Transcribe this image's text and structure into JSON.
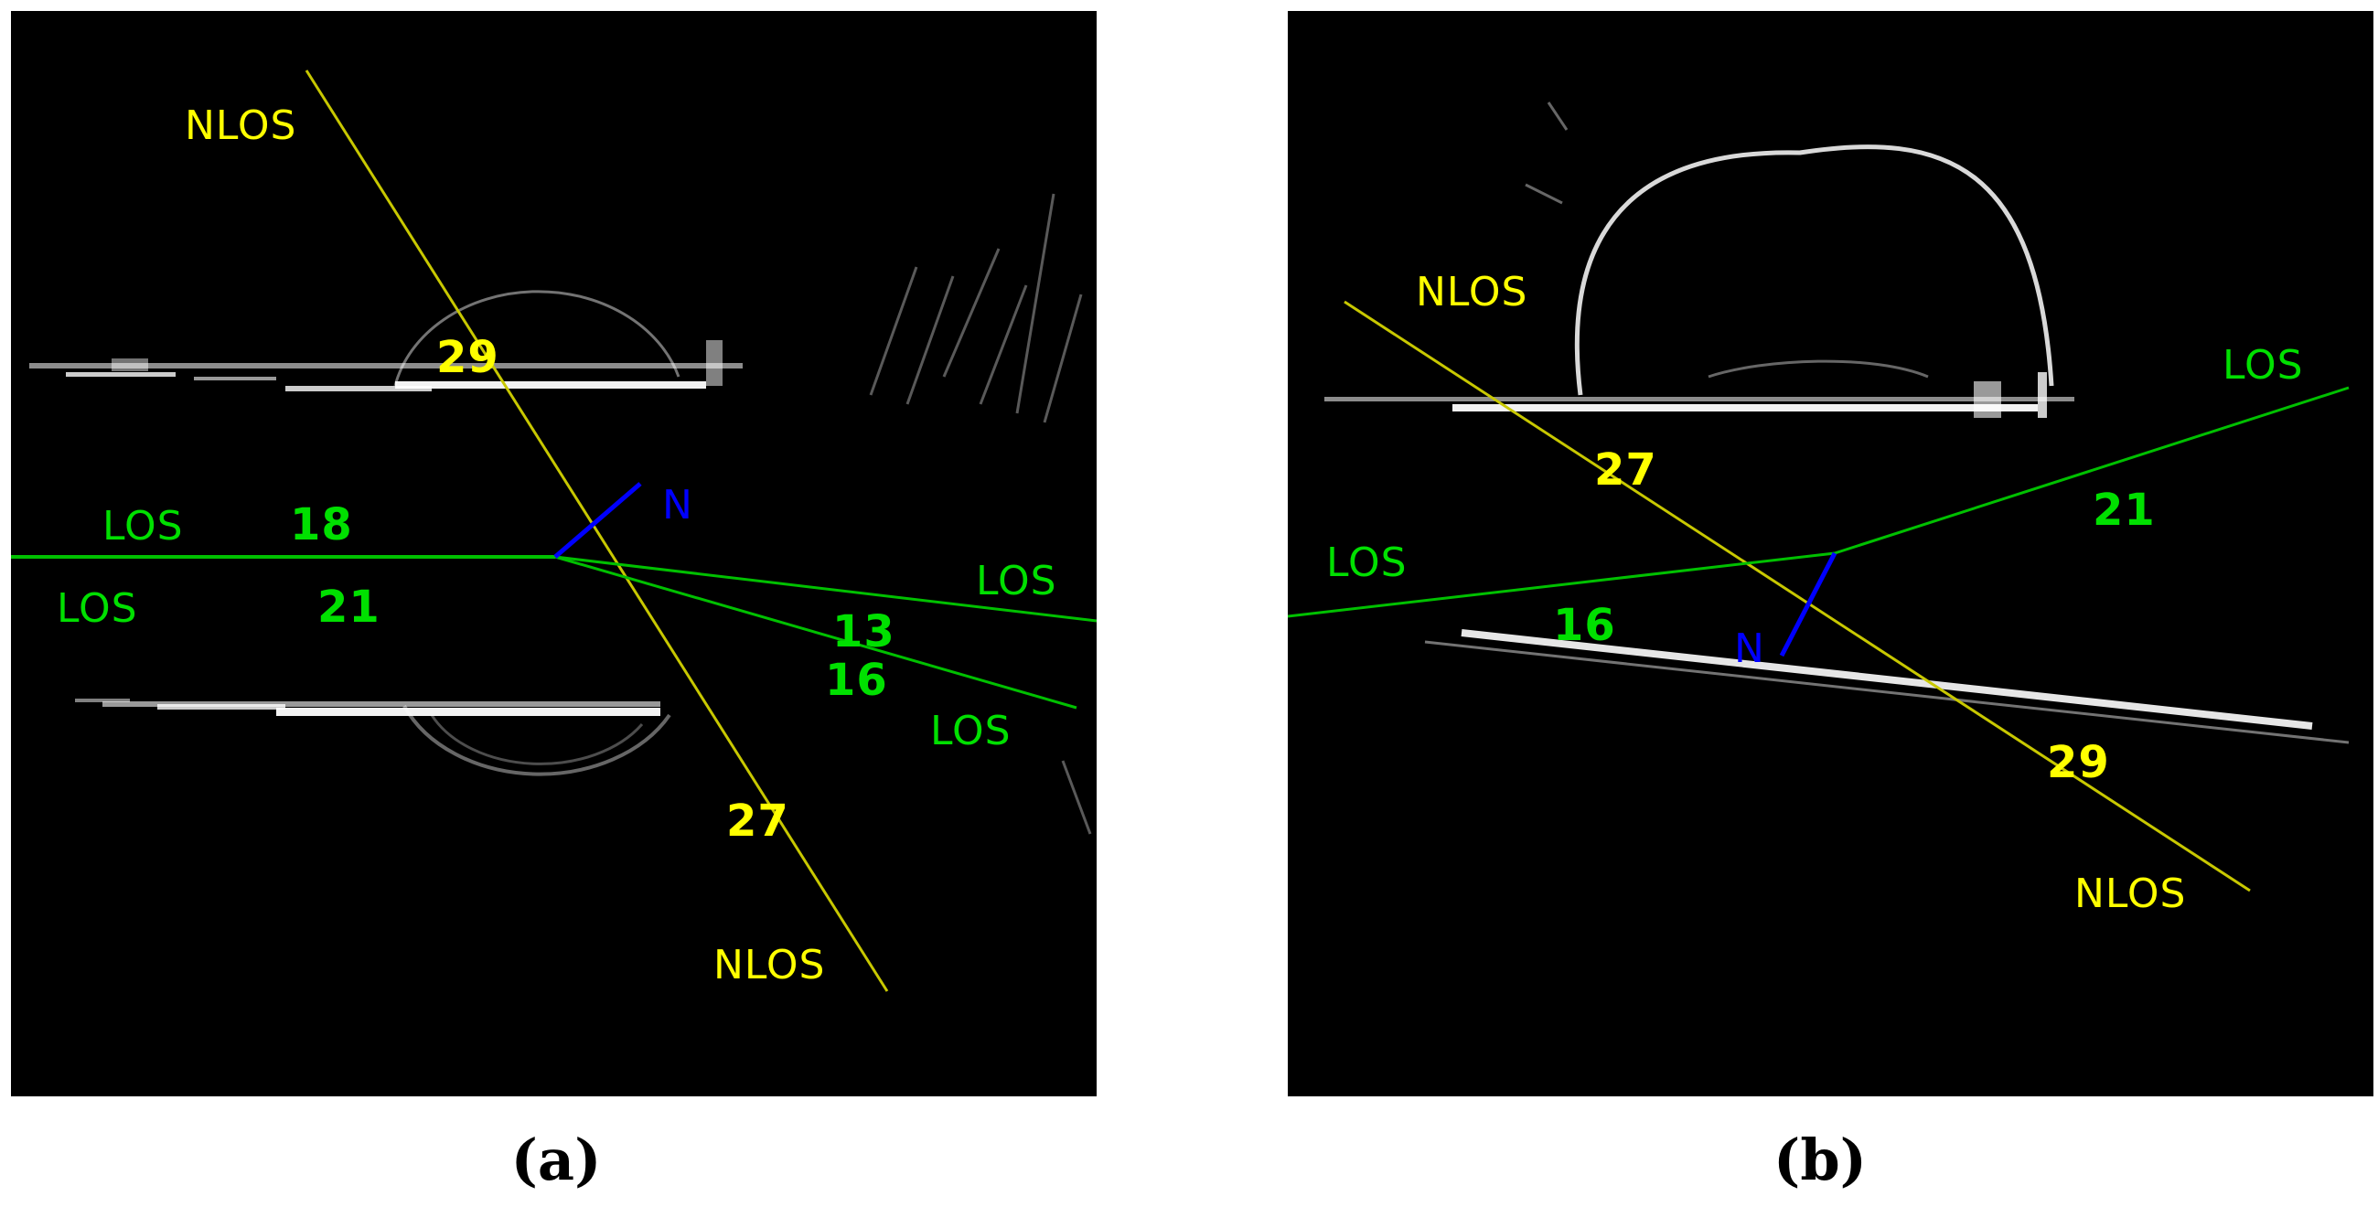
{
  "colors": {
    "background": "#000000",
    "los_line": "#00c000",
    "los_text": "#00e000",
    "nlos_line": "#c8c800",
    "nlos_text": "#ffff00",
    "normal": "#0000ff",
    "point_cloud": "#ffffff"
  },
  "panels": [
    {
      "id": "a",
      "caption": "(a)",
      "labels": {
        "nlos_top": "NLOS",
        "nlos_bottom": "NLOS",
        "angle_top": "29",
        "angle_bottom": "27",
        "normal": "N",
        "los_left_upper": "LOS",
        "los_left_lower": "LOS",
        "angle_left_upper": "18",
        "angle_left_lower": "21",
        "los_right_upper": "LOS",
        "los_right_lower": "LOS",
        "angle_right_upper": "13",
        "angle_right_lower": "16"
      }
    },
    {
      "id": "b",
      "caption": "(b)",
      "labels": {
        "nlos_top": "NLOS",
        "nlos_bottom": "NLOS",
        "angle_top": "27",
        "angle_bottom": "29",
        "normal": "N",
        "los_left": "LOS",
        "los_right": "LOS",
        "angle_left": "16",
        "angle_right": "21"
      }
    }
  ]
}
